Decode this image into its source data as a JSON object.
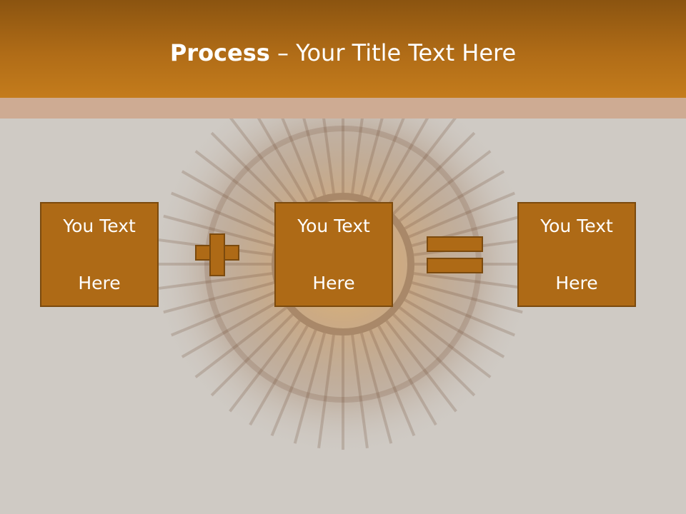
{
  "slide": {
    "title_bold": "Process",
    "title_rest": " – Your Title Text Here",
    "boxes": [
      {
        "line1": "You Text",
        "line2": "Here"
      },
      {
        "line1": "You Text",
        "line2": "Here"
      },
      {
        "line1": "You Text",
        "line2": "Here"
      }
    ]
  },
  "icons": {
    "plus": "plus-icon",
    "equals": "equals-icon",
    "background": "stained-glass-window"
  },
  "colors": {
    "header_top": "#8b5410",
    "header_bottom": "#c47c1c",
    "stripe": "#ceab93",
    "background": "#cfcac4",
    "box_fill": "#ae6a16",
    "box_border": "#7b4a0e",
    "text": "#ffffff"
  }
}
